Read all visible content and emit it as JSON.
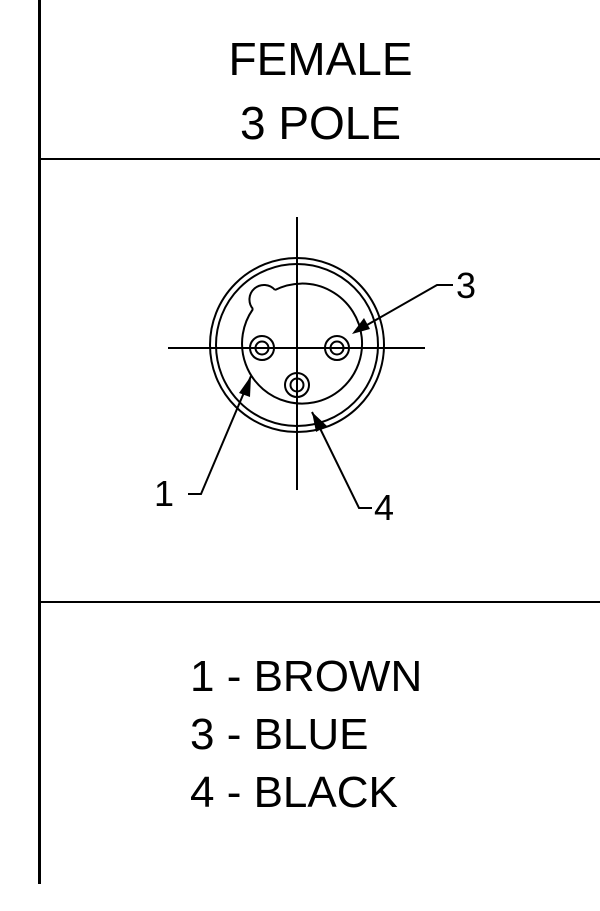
{
  "title": {
    "line1": "FEMALE",
    "line2": "3 POLE"
  },
  "pin_callouts": [
    "1",
    "3",
    "4"
  ],
  "legend": [
    "1 - BROWN",
    "3 - BLUE",
    "4 - BLACK"
  ]
}
